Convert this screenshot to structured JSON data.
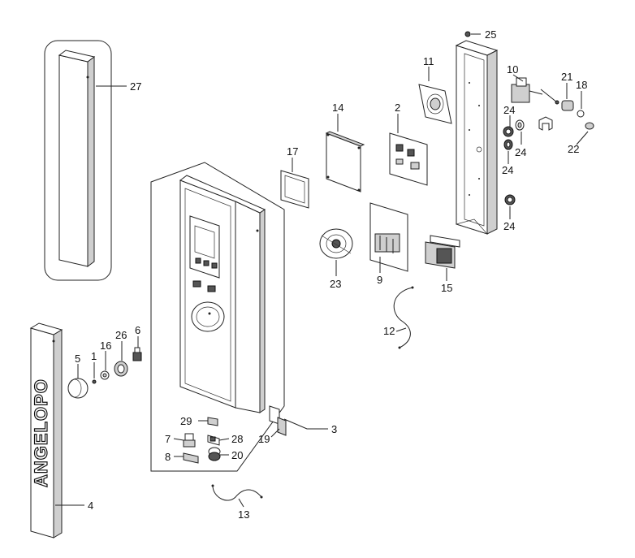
{
  "diagram": {
    "brand_text": "ANGELOPO",
    "callouts": [
      {
        "label": "25"
      },
      {
        "label": "11"
      },
      {
        "label": "10"
      },
      {
        "label": "21"
      },
      {
        "label": "18"
      },
      {
        "label": "27"
      },
      {
        "label": "14"
      },
      {
        "label": "2"
      },
      {
        "label": "24"
      },
      {
        "label": "24"
      },
      {
        "label": "24"
      },
      {
        "label": "22"
      },
      {
        "label": "17"
      },
      {
        "label": "24"
      },
      {
        "label": "23"
      },
      {
        "label": "9"
      },
      {
        "label": "15"
      },
      {
        "label": "12"
      },
      {
        "label": "6"
      },
      {
        "label": "26"
      },
      {
        "label": "16"
      },
      {
        "label": "1"
      },
      {
        "label": "5"
      },
      {
        "label": "29"
      },
      {
        "label": "28"
      },
      {
        "label": "7"
      },
      {
        "label": "19"
      },
      {
        "label": "3"
      },
      {
        "label": "8"
      },
      {
        "label": "20"
      },
      {
        "label": "13"
      },
      {
        "label": "4"
      }
    ]
  }
}
